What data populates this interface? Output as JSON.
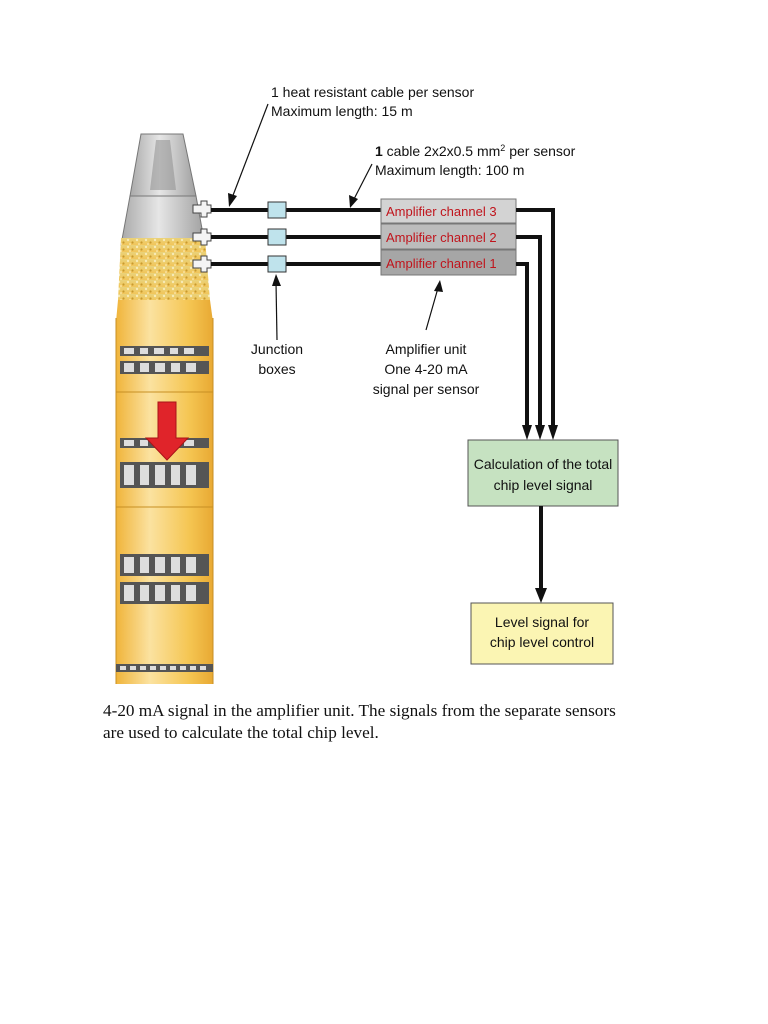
{
  "annotations": {
    "heat_cable": {
      "line1": "1 heat resistant cable per sensor",
      "line2": "Maximum length: 15 m"
    },
    "signal_cable": {
      "line1_prefix": "1",
      "line1_main": " cable 2x2x0.5 mm",
      "line1_sup": "2",
      "line1_suffix": " per sensor",
      "line2": "Maximum length: 100 m"
    },
    "junction_boxes": {
      "line1": "Junction",
      "line2": "boxes"
    },
    "amplifier_unit": {
      "line1": "Amplifier unit",
      "line2": "One 4-20 mA",
      "line3": "signal per sensor"
    }
  },
  "amplifier_channels": [
    {
      "label": "Amplifier channel 3",
      "fill": "#d3d3d3"
    },
    {
      "label": "Amplifier channel 2",
      "fill": "#bcbcbc"
    },
    {
      "label": "Amplifier channel 1",
      "fill": "#a6a6a6"
    }
  ],
  "calc_box": {
    "line1": "Calculation of the total",
    "line2": "chip level signal",
    "fill": "#c6e2c1"
  },
  "output_box": {
    "line1": "Level signal for",
    "line2": "chip level control",
    "fill": "#fbf5b3"
  },
  "caption": {
    "line1": "4-20 mA signal in the amplifier unit. The signals from the separate sensors",
    "line2": "are used to calculate the total chip level."
  },
  "colors": {
    "channel_text": "#c0141c",
    "vessel_body": "#f4c04a",
    "vessel_highlight": "#fbe3a0",
    "vessel_top": "#c9c9c9",
    "chips": "#e6c760",
    "flow_arrow": "#e0242a",
    "junction_box": "#bfe3ec",
    "wire": "#111111"
  }
}
